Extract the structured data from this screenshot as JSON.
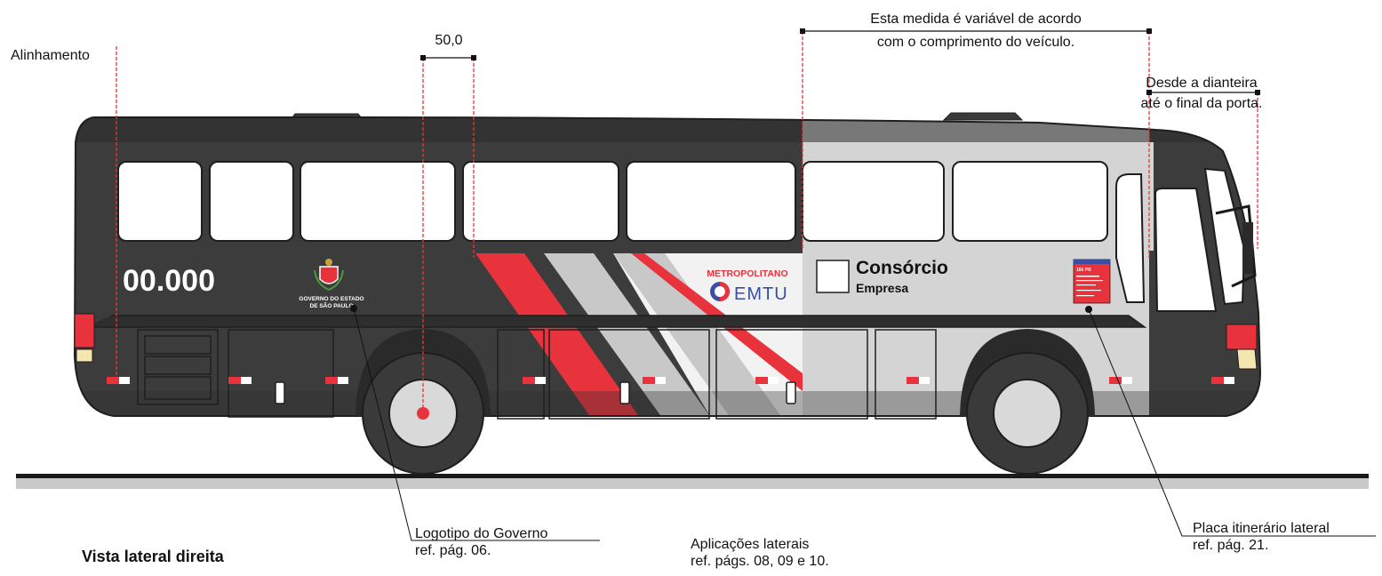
{
  "annotations": {
    "alinhamento": "Alinhamento",
    "dimension_value": "50,0",
    "variable_measure_line1": "Esta medida é variável de acordo",
    "variable_measure_line2": "com o comprimento do veículo.",
    "front_line1": "Desde a dianteira",
    "front_line2": "até o final da porta.",
    "gov_logo_title": "Logotipo do Governo",
    "gov_logo_ref": "ref. pág. 06.",
    "side_apps_title": "Aplicações laterais",
    "side_apps_ref": "ref. págs. 08, 09 e 10.",
    "itinerary_title": "Placa itinerário lateral",
    "itinerary_ref": "ref. pág. 21.",
    "view_title": "Vista lateral direita"
  },
  "bus": {
    "fleet_number": "00.000",
    "gov_line1": "GOVERNO DO ESTADO",
    "gov_line2": "DE SÃO PAULO",
    "metropolitano": "METROPOLITANO",
    "emtu": "EMTU",
    "consorcio": "Consórcio",
    "empresa": "Empresa",
    "plate_number": "166 PR"
  },
  "colors": {
    "body_dark": "#3c3c3c",
    "body_light": "#d4d4d4",
    "accent_red": "#e8333c",
    "stripe_gray": "#c8c8c8",
    "dimension_red": "#e8333c",
    "emtu_blue": "#3a4fa0"
  }
}
